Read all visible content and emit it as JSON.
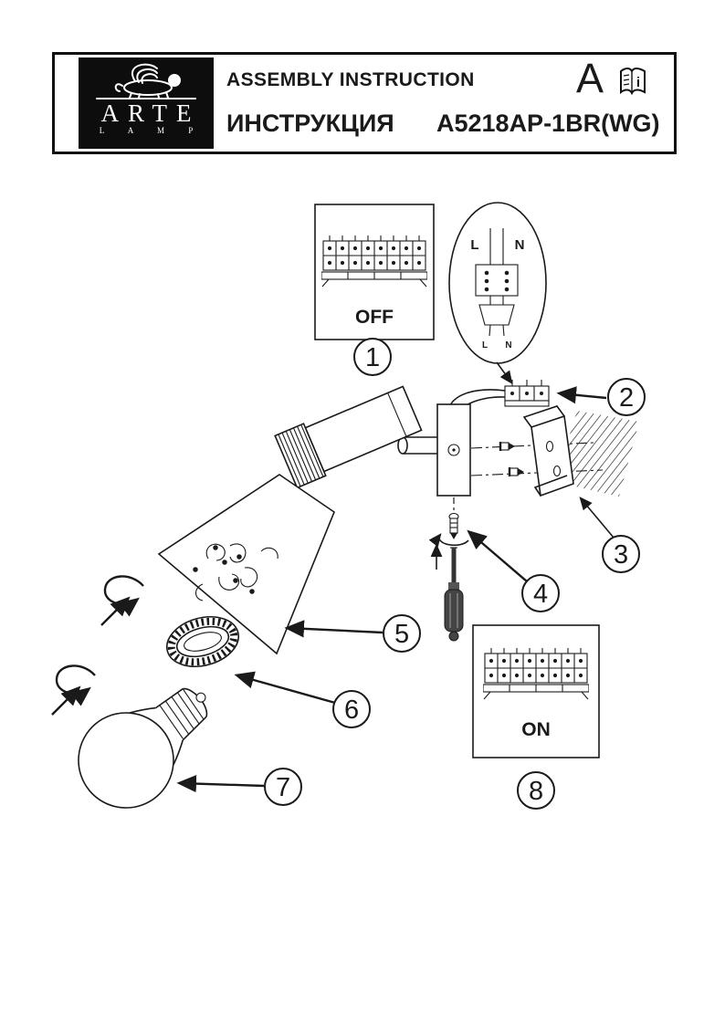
{
  "header": {
    "logo": {
      "brand": "ARTE",
      "sub": "L A M P"
    },
    "title_en": "ASSEMBLY INSTRUCTION",
    "title_ru": "ИНСТРУКЦИЯ",
    "model": "A5218AP-1BR(WG)",
    "revision": "A",
    "book_icon_letter": "i"
  },
  "diagram": {
    "off_label": "OFF",
    "on_label": "ON",
    "wiring_labels": {
      "line_top": "L",
      "neutral_top": "N",
      "line_bottom": "L",
      "neutral_bottom": "N"
    },
    "callouts": [
      "1",
      "2",
      "3",
      "4",
      "5",
      "6",
      "7",
      "8"
    ]
  }
}
